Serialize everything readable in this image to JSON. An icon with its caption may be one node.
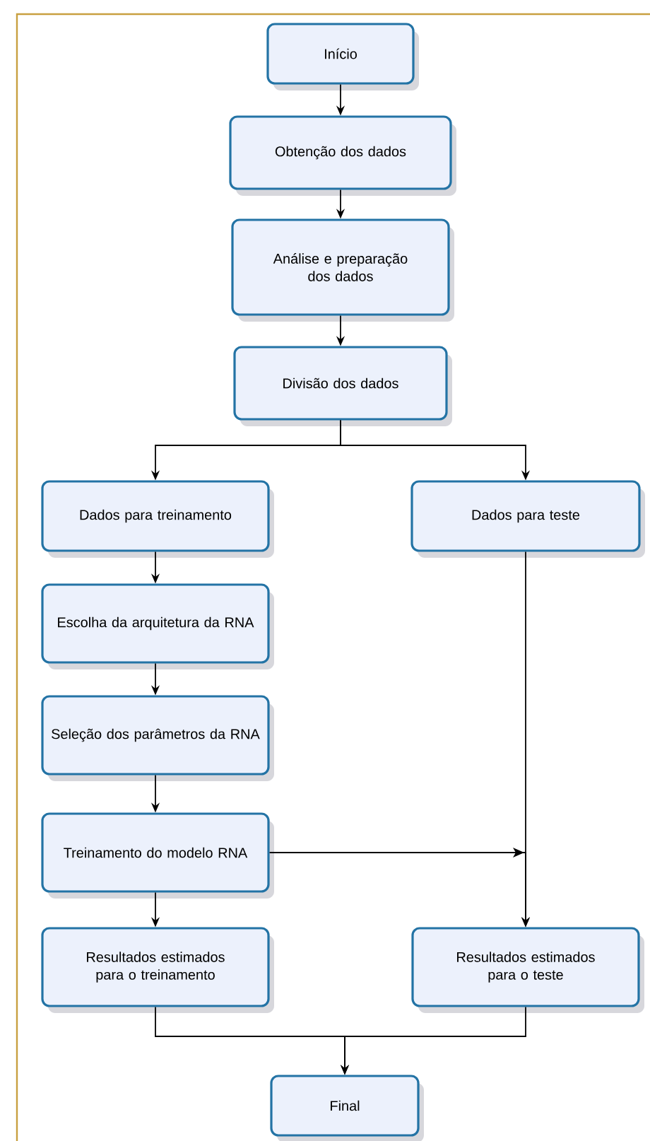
{
  "diagram": {
    "nodes": [
      {
        "text": [
          "Início"
        ]
      },
      {
        "text": [
          "Obtenção dos dados"
        ]
      },
      {
        "text": [
          "Análise e preparação dos dados"
        ]
      },
      {
        "text": [
          "Divisão dos dados"
        ]
      },
      {
        "text": [
          "Dados para treinamento"
        ]
      },
      {
        "text": [
          "Dados para teste"
        ]
      },
      {
        "text": [
          "Escolha da arquitetura da RNA"
        ]
      },
      {
        "text": [
          "Seleção dos parâmetros da RNA"
        ]
      },
      {
        "text": [
          "Treinamento do modelo RNA"
        ]
      },
      {
        "text": [
          "Resultados estimados para o treinamento"
        ]
      },
      {
        "text": [
          "Resultados estimados para o teste"
        ]
      },
      {
        "text": [
          "Final"
        ]
      }
    ],
    "edges": [
      {
        "from": 0,
        "to": 1,
        "arrow": "to"
      },
      {
        "from": 1,
        "to": 2,
        "arrow": "to"
      },
      {
        "from": 2,
        "to": 3,
        "arrow": "to"
      },
      {
        "from": 3,
        "to": 4,
        "arrow": "to"
      },
      {
        "from": 3,
        "to": 5,
        "arrow": "to"
      },
      {
        "from": 4,
        "to": 6,
        "arrow": "to"
      },
      {
        "from": 6,
        "to": 7,
        "arrow": "to"
      },
      {
        "from": 7,
        "to": 8,
        "arrow": "to"
      },
      {
        "from": 8,
        "to": 9,
        "arrow": "to"
      },
      {
        "from": 5,
        "to": 10,
        "arrow": "to"
      },
      {
        "from": 8,
        "to": 10,
        "arrow": "to"
      },
      {
        "from": 9,
        "to": 11,
        "arrow": "to"
      },
      {
        "from": 10,
        "to": 11,
        "arrow": "to"
      }
    ]
  }
}
